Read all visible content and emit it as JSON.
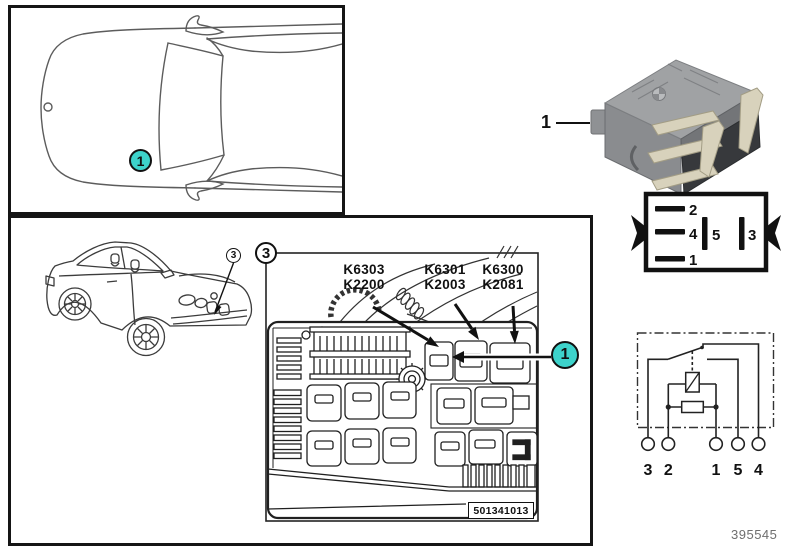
{
  "doc_number": "395545",
  "colors": {
    "accent_teal": "#3dd3cb",
    "line": "#1a1a1a"
  },
  "top_view_panel": {
    "marker": "1"
  },
  "location_panel": {
    "car_marker": "3",
    "frame_marker": "3",
    "relay_labels": [
      {
        "line1": "K6303",
        "line2": "K2200"
      },
      {
        "line1": "K6301",
        "line2": "K2003"
      },
      {
        "line1": "K6300",
        "line2": "K2081"
      }
    ],
    "callout": "1",
    "fusebox_part_number": "501341013"
  },
  "relay_photo": {
    "callout": "1"
  },
  "pin_diagram": {
    "pin_top": "2",
    "pin_middle": "4",
    "pin_bottom": "1",
    "pin_center": "5",
    "pin_right": "3"
  },
  "schematic": {
    "terminals": [
      "3",
      "2",
      "1",
      "5",
      "4"
    ]
  }
}
